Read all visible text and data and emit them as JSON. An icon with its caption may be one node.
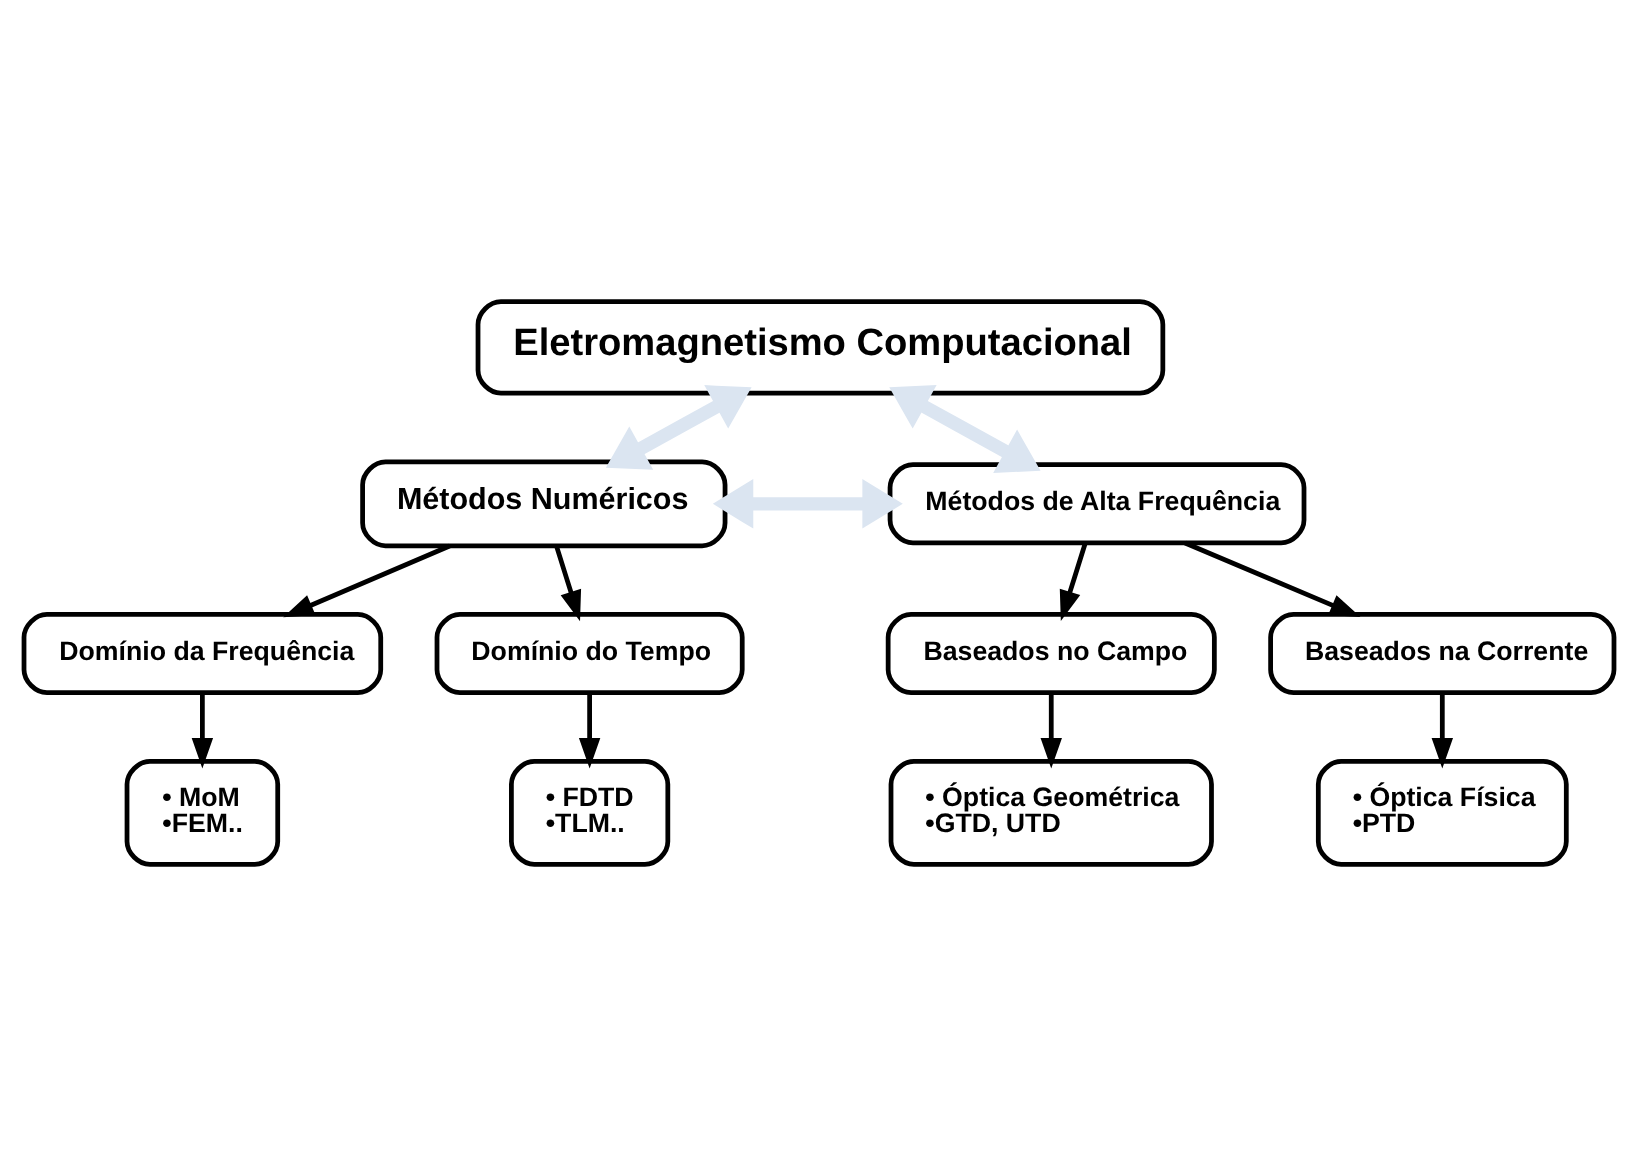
{
  "diagram": {
    "nodes": [
      {
        "text": [
          "Eletromagnetismo Computacional"
        ]
      },
      {
        "text": [
          "Métodos Numéricos"
        ]
      },
      {
        "text": [
          "Métodos de Alta Frequência"
        ]
      },
      {
        "text": [
          "Domínio da Frequência"
        ]
      },
      {
        "text": [
          "Domínio do Tempo"
        ]
      },
      {
        "text": [
          "Baseados no Campo"
        ]
      },
      {
        "text": [
          "Baseados na Corrente"
        ]
      },
      {
        "text": [
          "• MoM",
          "•FEM.."
        ]
      },
      {
        "text": [
          "• FDTD",
          "•TLM.."
        ]
      },
      {
        "text": [
          "• Óptica Geométrica",
          "•GTD, UTD"
        ]
      },
      {
        "text": [
          "• Óptica Física",
          "•PTD"
        ]
      }
    ],
    "edges": [
      {
        "from": 1,
        "to": 0,
        "arrow": "both",
        "style": "thick",
        "color": "#dbe5f1"
      },
      {
        "from": 2,
        "to": 0,
        "arrow": "both",
        "style": "thick",
        "color": "#dbe5f1"
      },
      {
        "from": 1,
        "to": 2,
        "arrow": "both",
        "style": "thick",
        "color": "#dbe5f1"
      },
      {
        "from": 1,
        "to": 3,
        "arrow": "to"
      },
      {
        "from": 1,
        "to": 4,
        "arrow": "to"
      },
      {
        "from": 2,
        "to": 5,
        "arrow": "to"
      },
      {
        "from": 2,
        "to": 6,
        "arrow": "to"
      },
      {
        "from": 3,
        "to": 7,
        "arrow": "to"
      },
      {
        "from": 4,
        "to": 8,
        "arrow": "to"
      },
      {
        "from": 5,
        "to": 9,
        "arrow": "to"
      },
      {
        "from": 6,
        "to": 10,
        "arrow": "to"
      }
    ]
  }
}
